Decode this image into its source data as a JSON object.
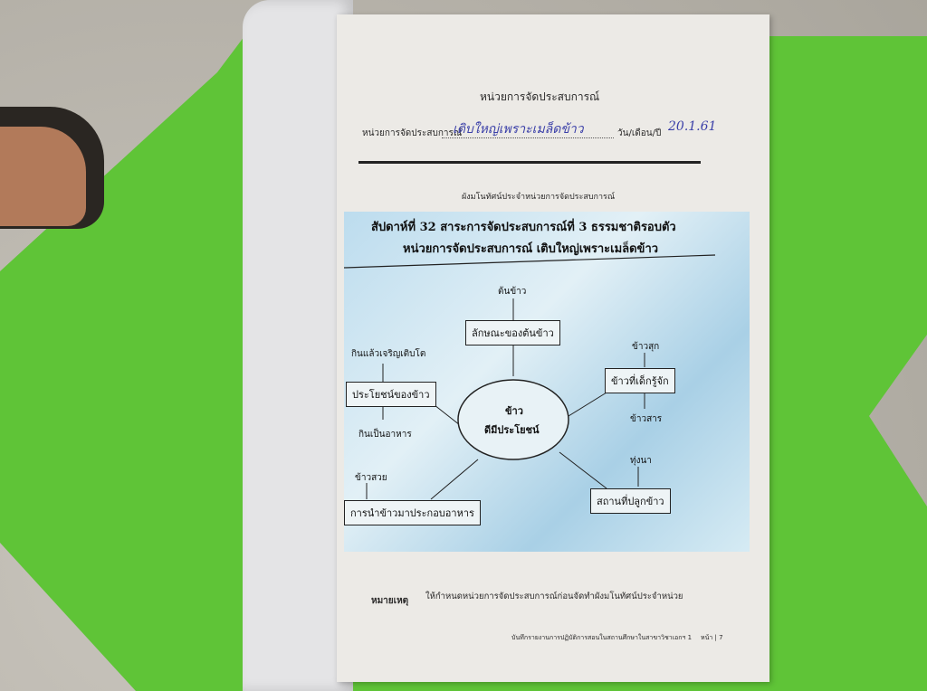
{
  "header": {
    "title": "หน่วยการจัดประสบการณ์",
    "unit_label": "หน่วยการจัดประสบการณ์",
    "unit_value": "เติบใหญ่เพราะเมล็ดข้าว",
    "date_label": "วัน/เดือน/ปี",
    "date_value": "20.1.61",
    "subtitle": "ผังมโนทัศน์ประจำหน่วยการจัดประสบการณ์"
  },
  "figure": {
    "line1": "สัปดาห์ที่ 32  สาระการจัดประสบการณ์ที่ 3  ธรรมชาติรอบตัว",
    "line2": "หน่วยการจัดประสบการณ์ เติบใหญ่เพราะเมล็ดข้าว",
    "center_1": "ข้าว",
    "center_2": "ดีมีประโยชน์",
    "nodes": {
      "top_leaf": "ต้นข้าว",
      "top_box": "ลักษณะของต้นข้าว",
      "left_leaf_top": "กินแล้วเจริญเติบโต",
      "left_box": "ประโยชน์ของข้าว",
      "left_leaf_bottom": "กินเป็นอาหาร",
      "right_leaf_top": "ข้าวสุก",
      "right_box": "ข้าวที่เด็กรู้จัก",
      "right_leaf_bottom": "ข้าวสาร",
      "br_leaf": "ทุ่งนา",
      "br_box": "สถานที่ปลูกข้าว",
      "bl_leaf": "ข้าวสวย",
      "bl_box": "การนำข้าวมาประกอบอาหาร"
    }
  },
  "note": {
    "label": "หมายเหตุ",
    "text": "ให้กำหนดหน่วยการจัดประสบการณ์ก่อนจัดทำผังมโนทัศน์ประจำหน่วย"
  },
  "footer": {
    "text": "บันทึกรายงานการปฏิบัติการสอนในสถานศึกษาในสาขาวิชาเอกฯ 1",
    "page": "หน้า | 7"
  }
}
